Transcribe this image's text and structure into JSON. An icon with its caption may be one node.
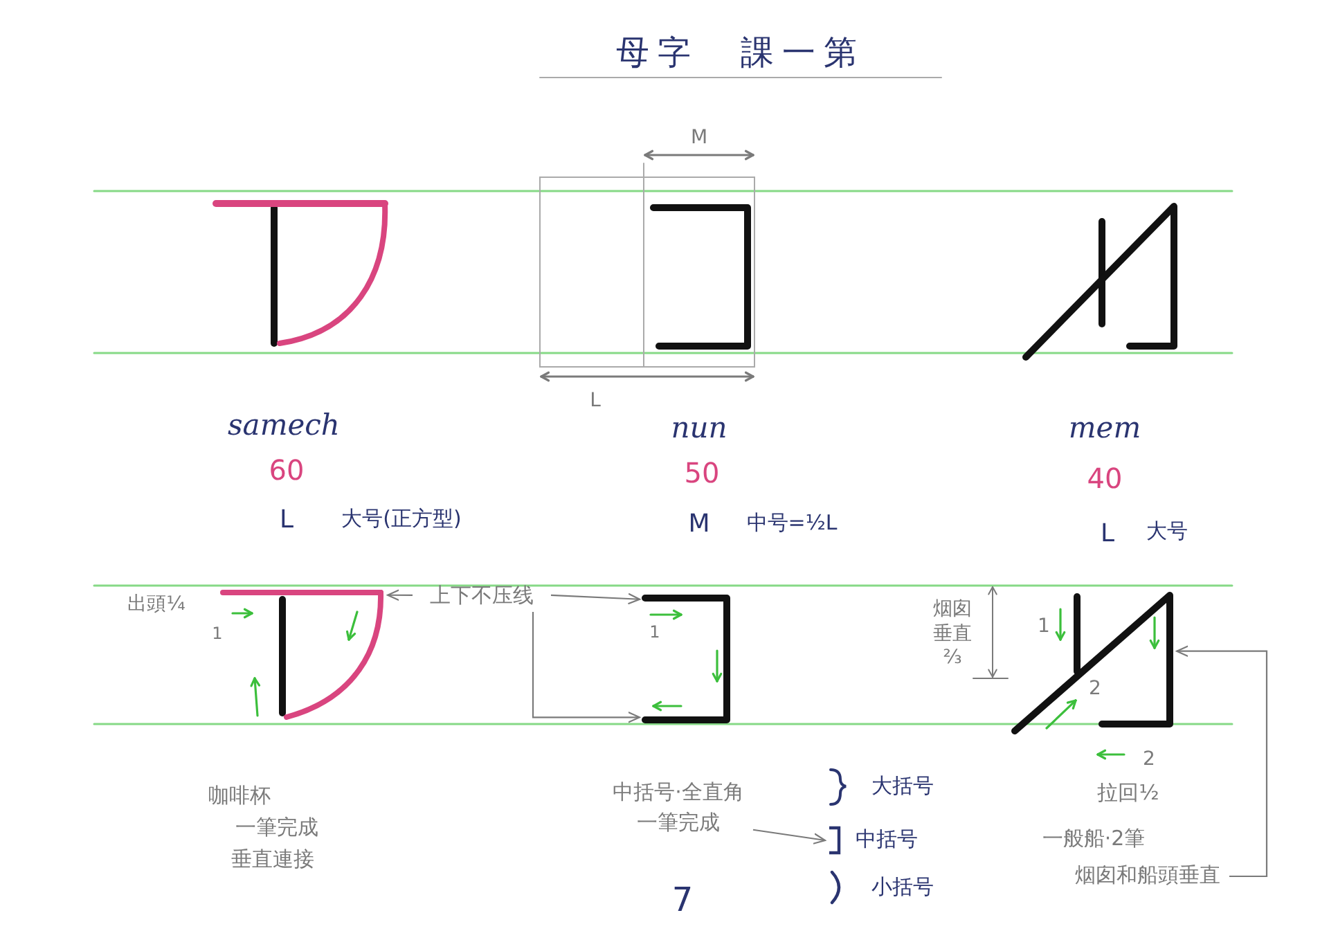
{
  "diagram": {
    "title": "母字　課一第",
    "nodes": [
      {
        "text": [
          "上下不压线"
        ]
      },
      {
        "text": [],
        "shape": "picture"
      },
      {
        "text": [],
        "shape": "picture"
      },
      {
        "text": [
          "中括号·全直角一筆完成"
        ]
      },
      {
        "text": [
          "中括号"
        ]
      },
      {
        "text": [
          "烟囱和船頭垂直"
        ]
      },
      {
        "text": [],
        "shape": "picture"
      }
    ],
    "edges": [
      {
        "from": 0,
        "to": 1,
        "arrow": "to"
      },
      {
        "from": 0,
        "to": 2,
        "arrow": "to"
      },
      {
        "from": 0,
        "to": 2,
        "arrow": "to"
      },
      {
        "from": 3,
        "to": 4,
        "arrow": "to"
      },
      {
        "from": 5,
        "to": 6,
        "arrow": "to"
      }
    ],
    "labels": [
      "M",
      "L",
      "samech",
      "nun",
      "mem",
      "60",
      "50",
      "40",
      "L",
      "大号(正方型)",
      "M",
      "中号=½L",
      "L",
      "大号",
      "出頭¼",
      "1",
      "1",
      "烟囱垂直⅔",
      "1",
      "2",
      "2",
      "咖啡杯",
      "大括号",
      "拉回½",
      "一筆完成",
      "一般船·2筆",
      "垂直連接",
      "小括号",
      "7"
    ]
  }
}
